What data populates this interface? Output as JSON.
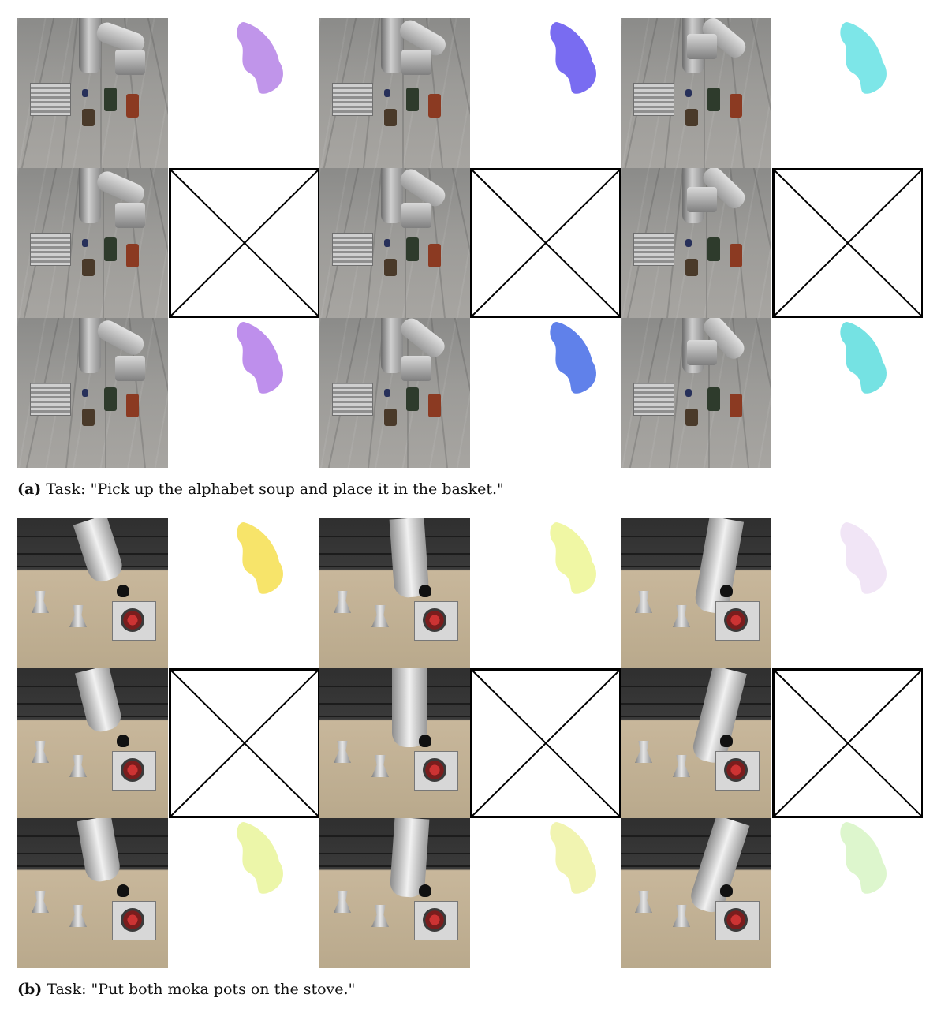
{
  "figure": {
    "panels": [
      {
        "tag": "(a)",
        "caption": "Task: \"Pick up the alphabet soup and place it in the basket.\"",
        "scene": "floor",
        "flow_colors": [
          [
            "#b98ae8",
            "#6a5cf0",
            "#6fe3e6"
          ],
          [
            null,
            null,
            null
          ],
          [
            "#b783ea",
            "#4f73e8",
            "#66dfe0"
          ]
        ]
      },
      {
        "tag": "(b)",
        "caption": "Task: \"Put both moka pots on the stove.\"",
        "scene": "moka",
        "flow_colors": [
          [
            "#f6e15a",
            "#eef69a",
            "#efe2f5"
          ],
          [
            null,
            null,
            null
          ],
          [
            "#eaf5a0",
            "#f0f3a8",
            "#d9f5c8"
          ]
        ]
      }
    ]
  }
}
